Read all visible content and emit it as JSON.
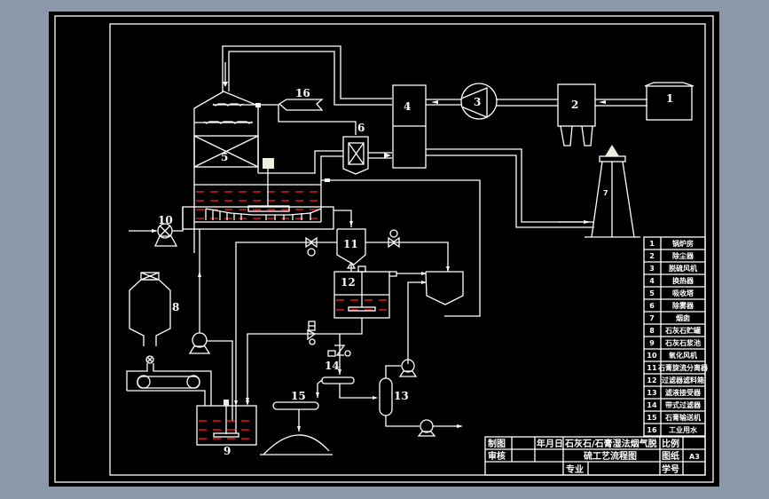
{
  "colors": {
    "background": "#8c98aa",
    "sheet": "#000000",
    "line": "#ffffff",
    "liquid": "#e01818"
  },
  "equipment_labels": {
    "e1": "1",
    "e2": "2",
    "e3": "3",
    "e4": "4",
    "e5": "5",
    "e6": "6",
    "e7": "7",
    "e8": "8",
    "e9": "9",
    "e10": "10",
    "e11": "11",
    "e12": "12",
    "e13": "13",
    "e14": "14",
    "e15": "15",
    "e16": "16"
  },
  "legend": [
    {
      "no": "1",
      "name": "锅炉房"
    },
    {
      "no": "2",
      "name": "除尘器"
    },
    {
      "no": "3",
      "name": "脱硫风机"
    },
    {
      "no": "4",
      "name": "换热器"
    },
    {
      "no": "5",
      "name": "吸收塔"
    },
    {
      "no": "6",
      "name": "除雾器"
    },
    {
      "no": "7",
      "name": "烟囱"
    },
    {
      "no": "8",
      "name": "石灰石贮罐"
    },
    {
      "no": "9",
      "name": "石灰石浆池"
    },
    {
      "no": "10",
      "name": "氧化风机"
    },
    {
      "no": "11",
      "name": "石膏旋流分离器"
    },
    {
      "no": "12",
      "name": "过滤器滤料箱"
    },
    {
      "no": "13",
      "name": "滤液接受器"
    },
    {
      "no": "14",
      "name": "带式过滤器"
    },
    {
      "no": "15",
      "name": "石膏输送机"
    },
    {
      "no": "16",
      "name": "工业用水"
    }
  ],
  "title_block": {
    "drawn_label": "制图",
    "date_label": "年月日",
    "review_label": "审核",
    "title_line1": "石灰石/石膏湿法烟气脱",
    "title_line2": "硫工艺流程图",
    "scale_label": "比例",
    "sheet_label": "图纸",
    "sheet_value": "A3",
    "major_label": "专业",
    "number_label": "学号"
  }
}
